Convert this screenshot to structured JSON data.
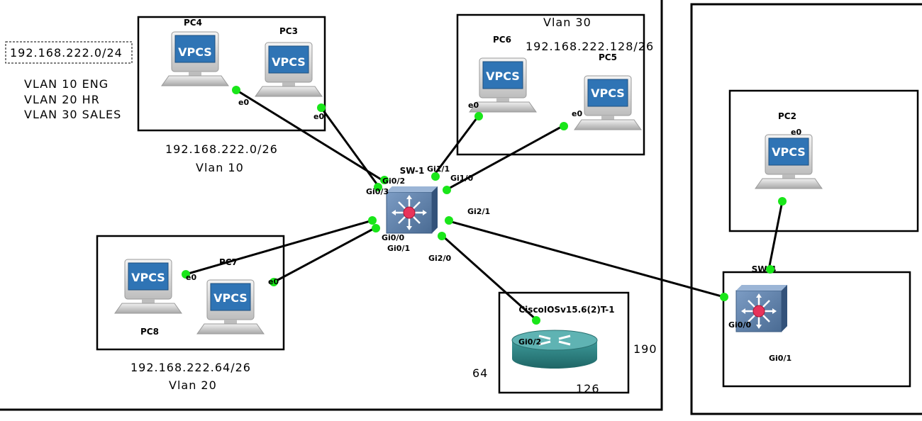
{
  "notes": {
    "network": "192.168.222.0/24",
    "vlan_list": [
      "VLAN 10 ENG",
      "VLAN 20 HR",
      "VLAN 30 SALES"
    ]
  },
  "zones": {
    "vlan10": {
      "subnet": "192.168.222.0/26",
      "name": "Vlan 10"
    },
    "vlan20": {
      "subnet": "192.168.222.64/26",
      "name": "Vlan 20"
    },
    "vlan30": {
      "name": "Vlan 30",
      "subnet": "192.168.222.128/26"
    }
  },
  "router_numbers": [
    "190",
    "64",
    "126"
  ],
  "devices": {
    "pc4": {
      "name": "PC4",
      "screen": "VPCS"
    },
    "pc3": {
      "name": "PC3",
      "screen": "VPCS"
    },
    "pc6": {
      "name": "PC6",
      "screen": "VPCS"
    },
    "pc5": {
      "name": "PC5",
      "screen": "VPCS"
    },
    "pc7": {
      "name": "PC7",
      "screen": "VPCS"
    },
    "pc8": {
      "name": "PC8",
      "screen": "VPCS"
    },
    "pc2": {
      "name": "PC2",
      "screen": "VPCS"
    },
    "sw1": {
      "name": "SW-1"
    },
    "sw4": {
      "name": "SW-4"
    },
    "router": {
      "name": "CiscoIOSv15.6(2)T-1"
    }
  },
  "ports": {
    "pc4_e0": "e0",
    "pc3_e0": "e0",
    "pc6_e0": "e0",
    "pc5_e0": "e0",
    "pc7_e0": "e0",
    "pc8_e0": "e0",
    "pc2_e0": "e0",
    "sw1_gi0_2": "Gi0/2",
    "sw1_gi0_3": "Gi0/3",
    "sw1_gi1_1": "Gi1/1",
    "sw1_gi1_0": "Gi1/0",
    "sw1_gi2_1": "Gi2/1",
    "sw1_gi0_0": "Gi0/0",
    "sw1_gi0_1": "Gi0/1",
    "sw1_gi2_0": "Gi2/0",
    "router_gi0_2": "Gi0/2",
    "sw4_gi0_0": "Gi0/0",
    "sw4_gi0_1": "Gi0/1"
  },
  "colors": {
    "link": "#000000",
    "port_dot": "#19e619",
    "switch_body": "#5b7fa6",
    "switch_light": "#e8335a",
    "router_body": "#2d7f7f",
    "monitor_screen": "#2f74b5"
  },
  "icons": {
    "pc": "vpcs-pc-icon",
    "switch": "multilayer-switch-icon",
    "router": "router-icon"
  }
}
